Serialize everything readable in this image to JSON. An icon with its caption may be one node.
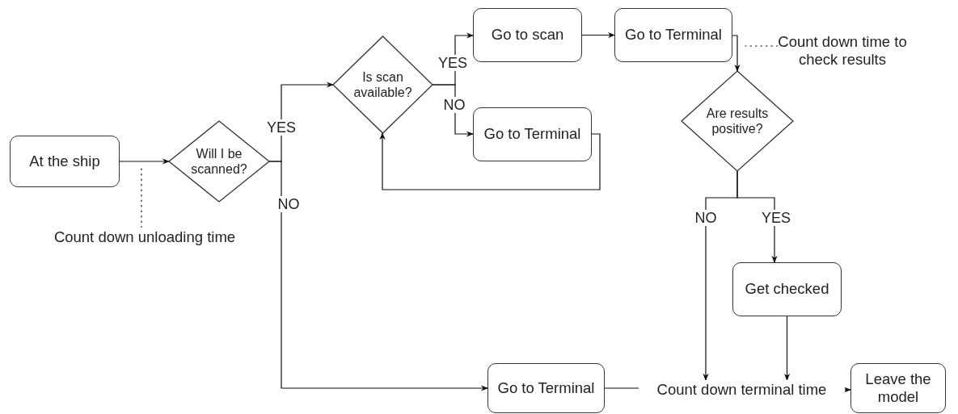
{
  "diagram": {
    "nodes": [
      {
        "text": [
          "At the ship"
        ]
      },
      {
        "text": [
          "Will I be scanned?"
        ]
      },
      {
        "text": [
          "Is scan available?"
        ]
      },
      {
        "text": [
          "Go to scan"
        ]
      },
      {
        "text": [
          "Go to Terminal"
        ]
      },
      {
        "text": [
          "Go to Terminal"
        ]
      },
      {
        "text": [
          "Are results positive?"
        ]
      },
      {
        "text": [
          "Get checked"
        ]
      },
      {
        "text": [
          "Go to Terminal"
        ]
      },
      {
        "text": [
          "Count down terminal time"
        ]
      },
      {
        "text": [
          "Leave the model"
        ]
      },
      {
        "text": [
          "Count down unloading time"
        ]
      },
      {
        "text": [
          "Count down time to check results"
        ]
      }
    ],
    "edges": [
      {
        "from": 0,
        "to": 1,
        "arrow": "to"
      },
      {
        "from": 1,
        "to": 2,
        "arrow": "to",
        "label": "YES"
      },
      {
        "from": 1,
        "to": 8,
        "arrow": "to",
        "label": "NO"
      },
      {
        "from": 2,
        "to": 3,
        "arrow": "to",
        "label": "YES"
      },
      {
        "from": 2,
        "to": 5,
        "arrow": "to",
        "label": "NO"
      },
      {
        "from": 3,
        "to": 4,
        "arrow": "to"
      },
      {
        "from": 4,
        "to": 6,
        "arrow": "to"
      },
      {
        "from": 5,
        "to": 2,
        "arrow": "to"
      },
      {
        "from": 6,
        "to": 9,
        "arrow": "to",
        "label": "NO"
      },
      {
        "from": 6,
        "to": 7,
        "arrow": "to",
        "label": "YES"
      },
      {
        "from": 7,
        "to": 9,
        "arrow": "to"
      },
      {
        "from": 8,
        "to": 9,
        "arrow": "none"
      },
      {
        "from": 9,
        "to": 10,
        "arrow": "to"
      },
      {
        "from": 11,
        "to": null,
        "arrow": "none",
        "style": "dashed"
      },
      {
        "from": 12,
        "to": null,
        "arrow": "none",
        "style": "dashed"
      }
    ]
  }
}
